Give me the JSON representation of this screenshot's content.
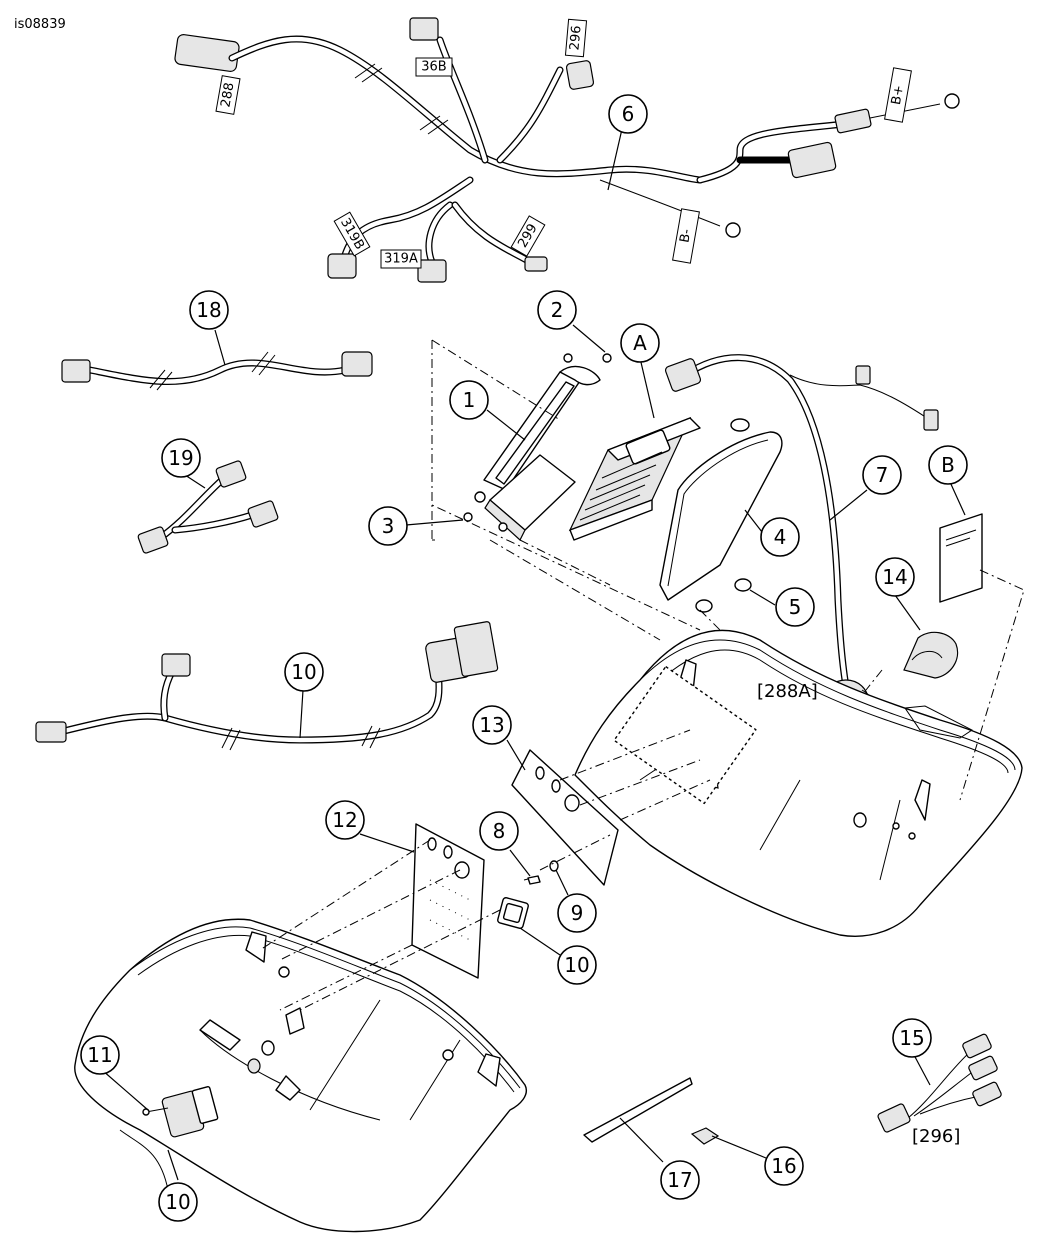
{
  "figure_id": "is08839",
  "callouts": {
    "c1": "1",
    "c2": "2",
    "c3": "3",
    "c4": "4",
    "c5": "5",
    "c6": "6",
    "c7": "7",
    "c8": "8",
    "c9": "9",
    "c10a": "10",
    "c10b": "10",
    "c10c": "10",
    "c11": "11",
    "c12": "12",
    "c13": "13",
    "c14": "14",
    "c15": "15",
    "c16": "16",
    "c17": "17",
    "c18": "18",
    "c19": "19",
    "cA": "A",
    "cB": "B"
  },
  "wire_tags": {
    "t288": "288",
    "t36B": "36B",
    "t296": "296",
    "tBplus": "B+",
    "tBminus": "B-",
    "t319B": "319B",
    "t319A": "319A",
    "t299": "299"
  },
  "refs": {
    "r288A": "[288A]",
    "r296": "[296]"
  }
}
